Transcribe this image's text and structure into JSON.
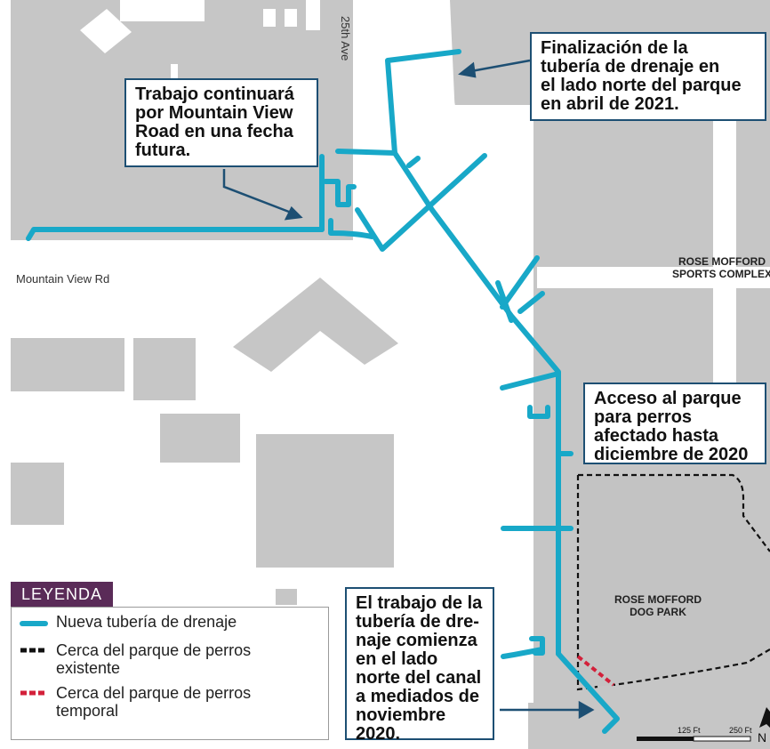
{
  "colors": {
    "background": "#ffffff",
    "building": "#c6c6c6",
    "park_area": "#c3c3c3",
    "road": "#ffffff",
    "drain_pipe": "#18a8c8",
    "callout_border": "#1d4f73",
    "arrow": "#1d4f73",
    "existing_fence": "#111111",
    "temporary_fence": "#d3203a",
    "legend_header": "#5a2b58"
  },
  "labels": {
    "avenue": "25th Ave",
    "road": "Mountain View Rd",
    "sports_complex_line1": "ROSE MOFFORD",
    "sports_complex_line2": "SPORTS COMPLEX",
    "dog_park_line1": "ROSE MOFFORD",
    "dog_park_line2": "DOG PARK"
  },
  "callouts": {
    "mountain_view": "Trabajo continuará\npor Mountain View\nRoad en una fecha\nfutura.",
    "north_side": "Finalización de la\ntubería de drenaje en\nel lado norte del parque\nen abril de 2021.",
    "dog_park_access": "Acceso al parque\npara perros\nafectado hasta\ndiciembre de 2020",
    "canal_start": "El trabajo de la\ntubería de dre-\nnaje comienza\nen el lado\nnorte del canal\na mediados de\nnoviembre\n2020."
  },
  "legend": {
    "title": "LEYENDA",
    "items": [
      {
        "label": "Nueva tubería de drenaje",
        "symbol": "solid-line"
      },
      {
        "label": "Cerca del parque de perros\nexistente",
        "symbol": "black-dashed"
      },
      {
        "label": "Cerca del parque de perros\ntemporal",
        "symbol": "red-dashed"
      }
    ]
  },
  "scale": {
    "label_mid": "125 Ft",
    "label_end": "250 Ft"
  },
  "north": {
    "label": "N"
  }
}
